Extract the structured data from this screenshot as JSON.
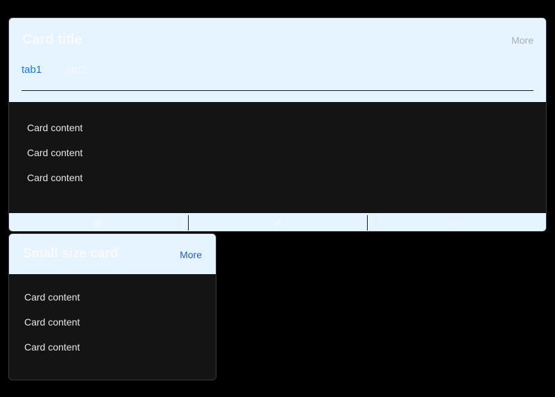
{
  "card": {
    "title": "Card title",
    "more_label": "More",
    "tabs": [
      {
        "label": "tab1",
        "active": true
      },
      {
        "label": "tab2",
        "active": false
      }
    ],
    "content": [
      "Card content",
      "Card content",
      "Card content"
    ],
    "actions": [
      {
        "icon": "setting-icon"
      },
      {
        "icon": "edit-icon"
      },
      {
        "icon": "ellipsis-icon"
      }
    ]
  },
  "small_card": {
    "title": "Small size card",
    "more_label": "More",
    "content": [
      "Card content",
      "Card content",
      "Card content"
    ]
  },
  "colors": {
    "page_background": "#000000",
    "header_background": "#e6f4ff",
    "body_background": "#141414",
    "active_tab": "#1677ff",
    "link": "#1f5fc4"
  }
}
